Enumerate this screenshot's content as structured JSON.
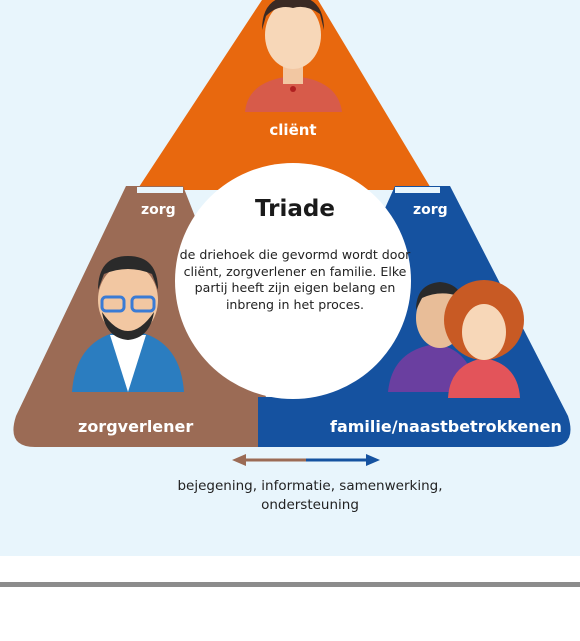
{
  "nodes": {
    "top": "cliënt",
    "left": "zorgverlener",
    "right": "familie/naastbetrokkenen"
  },
  "edges": {
    "left": "zorg",
    "right": "zorg"
  },
  "center": {
    "title": "Triade",
    "description": "de driehoek die gevormd wordt door cliënt, zorgverlener en familie. Elke partij heeft zijn eigen belang en inbreng in het proces."
  },
  "caption": "bejegening, informatie, samenwerking, ondersteuning",
  "colors": {
    "background": "#e8f5fc",
    "top_segment": "#e8680e",
    "left_segment": "#9b6b55",
    "right_segment": "#1552a0",
    "center": "#ffffff",
    "divider": "#8c8c8c"
  }
}
